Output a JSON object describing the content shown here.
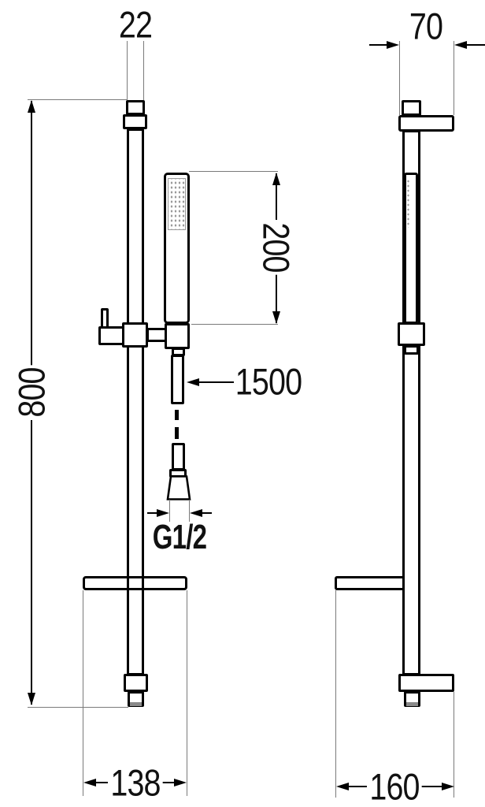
{
  "drawing": {
    "kind": "shower-rail-set-dimension-drawing",
    "views": [
      "front",
      "side"
    ]
  },
  "dimensions": {
    "rail_top_width": {
      "label": "22"
    },
    "wall_bracket_depth": {
      "label": "70"
    },
    "handset_length": {
      "label": "200"
    },
    "hose_length": {
      "label": "1500"
    },
    "thread_size": {
      "label": "G1/2"
    },
    "rail_height": {
      "label": "800"
    },
    "front_span": {
      "label": "138"
    },
    "side_span": {
      "label": "160"
    }
  },
  "colors": {
    "outline": "#000000",
    "extension_line": "#7a7a7a",
    "background": "#ffffff",
    "end_cap_shade": "#8a8a8a",
    "spray_dots": "#9a9a9a"
  }
}
